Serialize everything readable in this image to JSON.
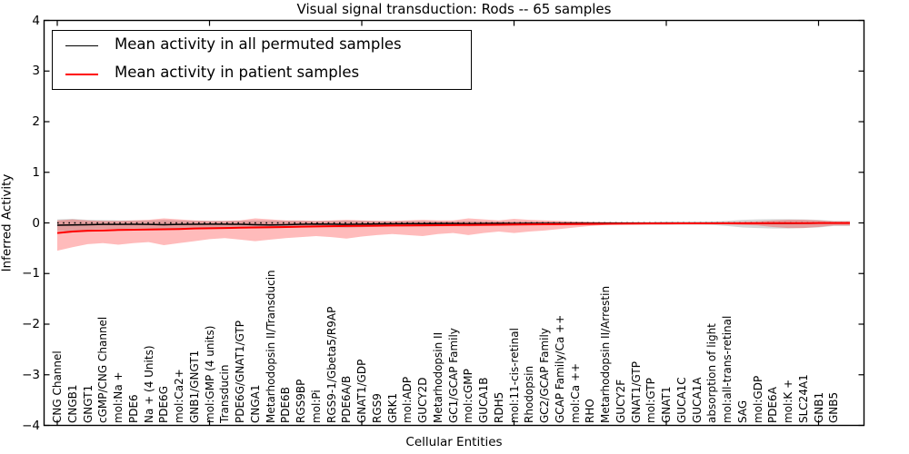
{
  "title": "Visual signal transduction: Rods -- 65 samples",
  "legend": {
    "items": [
      {
        "label": "Mean activity in all permuted samples",
        "color": "#000000",
        "line_width": 1.5
      },
      {
        "label": "Mean activity in patient samples",
        "color": "#ff0000",
        "line_width": 2
      }
    ]
  },
  "chart_data": {
    "type": "line",
    "title": "Visual signal transduction: Rods -- 65 samples",
    "xlabel": "Cellular Entities",
    "ylabel": "Inferred Activity",
    "ylim": [
      -4,
      4
    ],
    "y_ticks": [
      4,
      3,
      2,
      1,
      0,
      -1,
      -2,
      -3,
      -4
    ],
    "x_major_tick_indices": [
      0,
      10,
      20,
      30,
      40,
      50
    ],
    "grid": false,
    "legend_position": "upper left",
    "zero_line": {
      "show": true,
      "style": "dotted",
      "color": "#000000"
    },
    "categories": [
      "CNG Channel",
      "CNGB1",
      "GNGT1",
      "cGMP/CNG Channel",
      "mol:Na +",
      "PDE6",
      "Na + (4 Units)",
      "PDE6G",
      "mol:Ca2+",
      "GNB1/GNGT1",
      "mol:GMP (4 units)",
      "Transducin",
      "PDE6G/GNAT1/GTP",
      "CNGA1",
      "Metarhodopsin II/Transducin",
      "PDE6B",
      "RGS9BP",
      "mol:Pi",
      "RGS9-1/Gbeta5/R9AP",
      "PDE6A/B",
      "GNAT1/GDP",
      "RGS9",
      "GRK1",
      "mol:ADP",
      "GUCY2D",
      "Metarhodopsin II",
      "GC1/GCAP Family",
      "mol:cGMP",
      "GUCA1B",
      "RDH5",
      "mol:11-cis-retinal",
      "Rhodopsin",
      "GC2/GCAP Family",
      "GCAP Family/Ca ++",
      "mol:Ca ++",
      "RHO",
      "Metarhodopsin II/Arrestin",
      "GUCY2F",
      "GNAT1/GTP",
      "mol:GTP",
      "GNAT1",
      "GUCA1C",
      "GUCA1A",
      "absorption of light",
      "mol:all-trans-retinal",
      "SAG",
      "mol:GDP",
      "PDE6A",
      "mol:K +",
      "SLC24A1",
      "GNB1",
      "GNB5"
    ],
    "series": [
      {
        "name": "Mean activity in all permuted samples",
        "color": "#000000",
        "line_width": 1.5,
        "band_color": "rgba(120,120,120,0.30)",
        "values": [
          -0.045,
          -0.04,
          -0.035,
          -0.03,
          -0.03,
          -0.028,
          -0.03,
          -0.035,
          -0.03,
          -0.028,
          -0.025,
          -0.025,
          -0.028,
          -0.035,
          -0.04,
          -0.035,
          -0.028,
          -0.022,
          -0.025,
          -0.03,
          -0.025,
          -0.02,
          -0.018,
          -0.015,
          -0.015,
          -0.012,
          -0.012,
          -0.015,
          -0.012,
          -0.01,
          -0.012,
          -0.01,
          -0.009,
          -0.008,
          -0.007,
          -0.006,
          -0.005,
          -0.005,
          -0.004,
          -0.004,
          -0.003,
          -0.003,
          -0.003,
          -0.003,
          -0.004,
          -0.005,
          -0.006,
          -0.008,
          -0.008,
          -0.007,
          -0.005,
          -0.004
        ],
        "band_upper": [
          0.07,
          0.08,
          0.06,
          0.055,
          0.05,
          0.05,
          0.05,
          0.06,
          0.05,
          0.045,
          0.04,
          0.04,
          0.045,
          0.05,
          0.05,
          0.045,
          0.04,
          0.035,
          0.04,
          0.045,
          0.04,
          0.035,
          0.03,
          0.035,
          0.035,
          0.03,
          0.03,
          0.035,
          0.03,
          0.03,
          0.03,
          0.03,
          0.028,
          0.025,
          0.025,
          0.022,
          0.02,
          0.02,
          0.02,
          0.02,
          0.02,
          0.02,
          0.02,
          0.025,
          0.04,
          0.06,
          0.07,
          0.075,
          0.075,
          0.07,
          0.06,
          0.04
        ],
        "band_lower": [
          -0.16,
          -0.17,
          -0.14,
          -0.12,
          -0.12,
          -0.11,
          -0.11,
          -0.13,
          -0.11,
          -0.1,
          -0.095,
          -0.09,
          -0.1,
          -0.11,
          -0.11,
          -0.1,
          -0.09,
          -0.08,
          -0.085,
          -0.095,
          -0.085,
          -0.075,
          -0.07,
          -0.075,
          -0.075,
          -0.07,
          -0.065,
          -0.07,
          -0.06,
          -0.055,
          -0.055,
          -0.05,
          -0.048,
          -0.045,
          -0.042,
          -0.04,
          -0.038,
          -0.036,
          -0.036,
          -0.035,
          -0.035,
          -0.035,
          -0.035,
          -0.04,
          -0.06,
          -0.09,
          -0.1,
          -0.11,
          -0.11,
          -0.1,
          -0.09,
          -0.06
        ]
      },
      {
        "name": "Mean activity in patient samples",
        "color": "#ff0000",
        "line_width": 2,
        "band_color": "rgba(255,30,30,0.30)",
        "values": [
          -0.2,
          -0.17,
          -0.155,
          -0.15,
          -0.14,
          -0.135,
          -0.13,
          -0.125,
          -0.12,
          -0.11,
          -0.105,
          -0.1,
          -0.095,
          -0.09,
          -0.085,
          -0.08,
          -0.075,
          -0.07,
          -0.065,
          -0.06,
          -0.058,
          -0.055,
          -0.052,
          -0.05,
          -0.048,
          -0.045,
          -0.042,
          -0.04,
          -0.038,
          -0.035,
          -0.032,
          -0.03,
          -0.028,
          -0.025,
          -0.022,
          -0.02,
          -0.018,
          -0.016,
          -0.014,
          -0.012,
          -0.011,
          -0.01,
          -0.009,
          -0.008,
          -0.007,
          -0.006,
          -0.006,
          -0.005,
          -0.005,
          -0.004,
          -0.003,
          -0.002
        ],
        "band_upper": [
          0.05,
          0.07,
          0.05,
          0.04,
          0.04,
          0.05,
          0.06,
          0.09,
          0.07,
          0.05,
          0.04,
          0.04,
          0.05,
          0.09,
          0.07,
          0.05,
          0.05,
          0.04,
          0.05,
          0.06,
          0.05,
          0.04,
          0.04,
          0.05,
          0.06,
          0.05,
          0.05,
          0.09,
          0.07,
          0.05,
          0.08,
          0.06,
          0.05,
          0.04,
          0.03,
          0.02,
          0.015,
          0.012,
          0.012,
          0.012,
          0.012,
          0.012,
          0.012,
          0.012,
          0.015,
          0.02,
          0.03,
          0.05,
          0.06,
          0.06,
          0.05,
          0.03
        ],
        "band_lower": [
          -0.55,
          -0.48,
          -0.42,
          -0.4,
          -0.43,
          -0.4,
          -0.38,
          -0.44,
          -0.4,
          -0.36,
          -0.32,
          -0.3,
          -0.33,
          -0.36,
          -0.33,
          -0.3,
          -0.28,
          -0.26,
          -0.28,
          -0.31,
          -0.27,
          -0.24,
          -0.22,
          -0.24,
          -0.26,
          -0.22,
          -0.2,
          -0.24,
          -0.2,
          -0.17,
          -0.2,
          -0.17,
          -0.15,
          -0.12,
          -0.09,
          -0.06,
          -0.04,
          -0.03,
          -0.03,
          -0.025,
          -0.025,
          -0.025,
          -0.025,
          -0.025,
          -0.03,
          -0.04,
          -0.05,
          -0.08,
          -0.1,
          -0.1,
          -0.08,
          -0.05
        ]
      }
    ]
  }
}
